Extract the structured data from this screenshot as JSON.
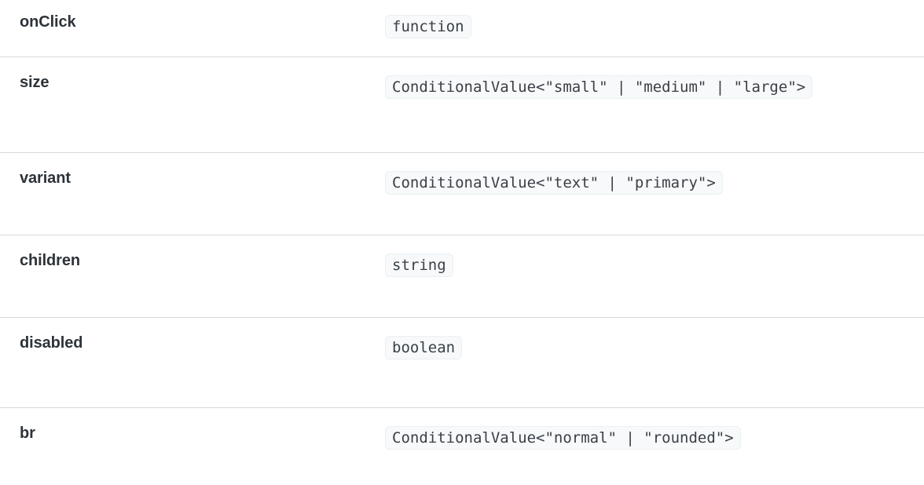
{
  "table": {
    "rows": [
      {
        "name": "onClick",
        "type": "function"
      },
      {
        "name": "size",
        "type": "ConditionalValue<\"small\" | \"medium\" | \"large\">"
      },
      {
        "name": "variant",
        "type": "ConditionalValue<\"text\" | \"primary\">"
      },
      {
        "name": "children",
        "type": "string"
      },
      {
        "name": "disabled",
        "type": "boolean"
      },
      {
        "name": "br",
        "type": "ConditionalValue<\"normal\" | \"rounded\">"
      }
    ]
  },
  "colors": {
    "label_text": "#2d3339",
    "code_text": "#3a4047",
    "code_background": "#f7f9fa",
    "code_border": "#eaf0f3",
    "row_divider": "#d5d9de",
    "page_background": "#ffffff"
  }
}
